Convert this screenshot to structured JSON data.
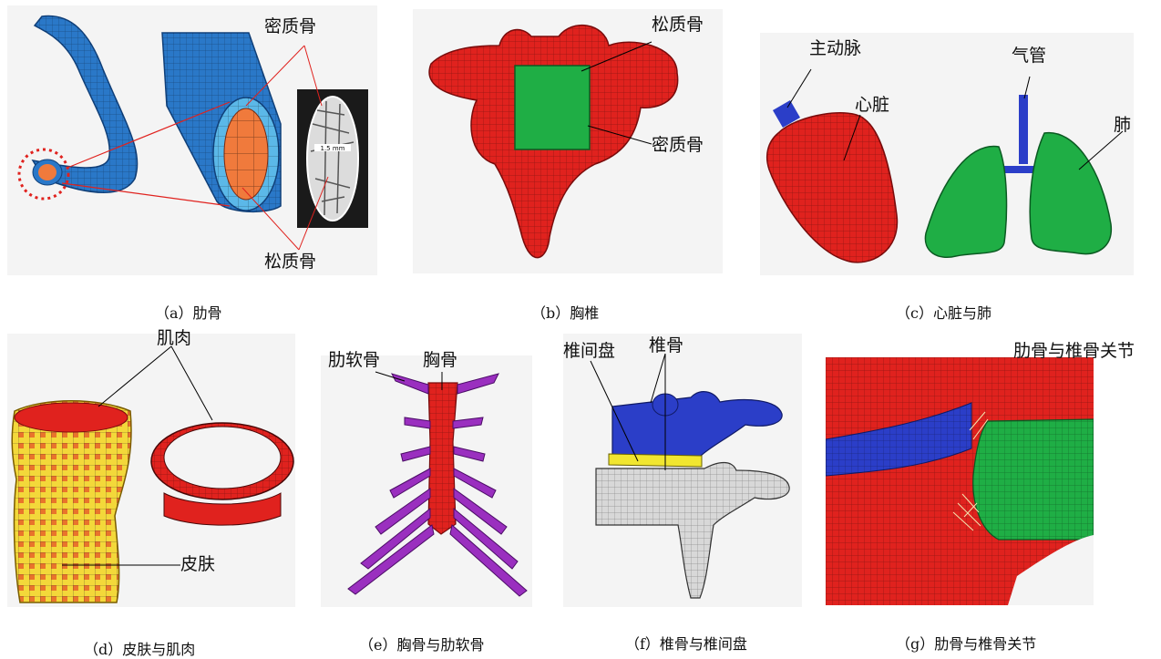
{
  "colors": {
    "bone_blue": "#2a78c8",
    "cortical_orange": "#f07a3c",
    "tissue_red": "#e0221e",
    "cancellous_green": "#1fae45",
    "vessel_blue": "#2b3ec8",
    "skin_yellow": "#f3d83a",
    "cartilage_purple": "#9a2fbf",
    "disc_yellow": "#f1e630",
    "vertebra_gray": "#d8d8d8",
    "panel_bg": "#f5f5f5"
  },
  "panels": {
    "a": {
      "caption": "（a）肋骨",
      "label_top": "密质骨",
      "label_bottom": "松质骨",
      "scale_text": "1.5 mm"
    },
    "b": {
      "caption": "（b）胸椎",
      "label_top": "松质骨",
      "label_right": "密质骨"
    },
    "c": {
      "caption": "（c）心脏与肺",
      "label_aorta": "主动脉",
      "label_heart": "心脏",
      "label_trachea": "气管",
      "label_lung": "肺"
    },
    "d": {
      "caption": "（d）皮肤与肌肉",
      "label_muscle": "肌肉",
      "label_skin": "皮肤"
    },
    "e": {
      "caption": "（e）胸骨与肋软骨",
      "label_cartilage": "肋软骨",
      "label_sternum": "胸骨"
    },
    "f": {
      "caption": "（f）椎骨与椎间盘",
      "label_disc": "椎间盘",
      "label_vertebra": "椎骨"
    },
    "g": {
      "caption": "（g）肋骨与椎骨关节",
      "label_joint": "肋骨与椎骨关节"
    }
  }
}
